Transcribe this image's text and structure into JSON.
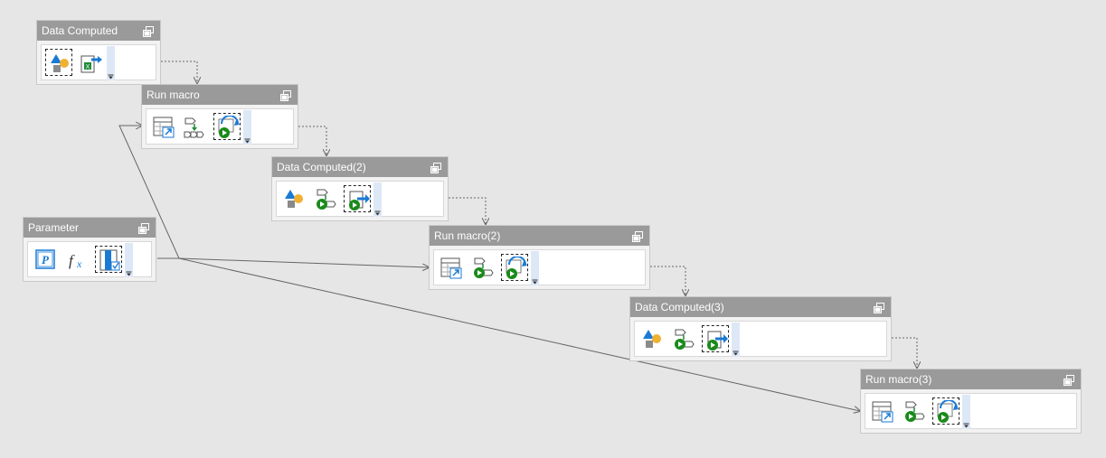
{
  "canvas": {
    "nodes": [
      {
        "id": "n1",
        "title": "Data Computed",
        "tools": [
          "shapes-icon",
          "excel-export-icon"
        ],
        "selected": [
          0
        ]
      },
      {
        "id": "n2",
        "title": "Run macro",
        "tools": [
          "table-link-icon",
          "step-sequence-icon",
          "run-cycle-icon"
        ],
        "selected": [
          2
        ]
      },
      {
        "id": "n3",
        "title": "Data Computed(2)",
        "tools": [
          "shapes-icon",
          "run-step-icon",
          "export-arrow-icon"
        ],
        "selected": [
          2
        ]
      },
      {
        "id": "n4",
        "title": "Run macro(2)",
        "tools": [
          "table-link-icon",
          "run-step-icon",
          "run-cycle-icon"
        ],
        "selected": [
          2
        ]
      },
      {
        "id": "n5",
        "title": "Data Computed(3)",
        "tools": [
          "shapes-icon",
          "run-step-icon",
          "export-arrow-icon"
        ],
        "selected": [
          2
        ]
      },
      {
        "id": "n6",
        "title": "Run macro(3)",
        "tools": [
          "table-link-icon",
          "run-step-icon",
          "run-cycle-icon"
        ],
        "selected": [
          2
        ]
      },
      {
        "id": "p1",
        "title": "Parameter",
        "tools": [
          "parameter-icon",
          "function-icon",
          "column-check-icon"
        ],
        "selected": [
          2
        ]
      }
    ]
  },
  "colors": {
    "header": "#9a9a9a",
    "canvas": "#e6e6e6",
    "accent_blue": "#1a7ad4",
    "run_green": "#1a8a1a",
    "shape_orange": "#f0b030"
  }
}
